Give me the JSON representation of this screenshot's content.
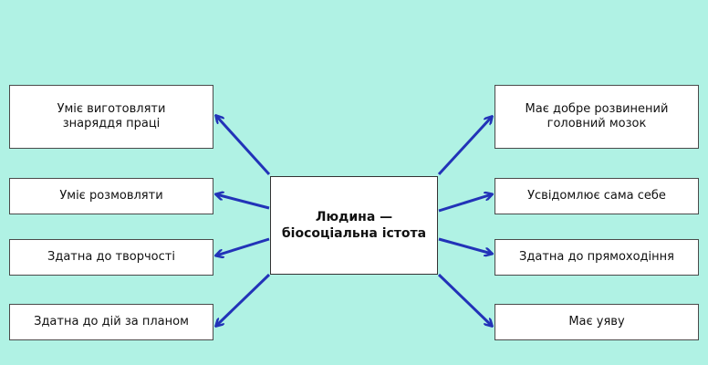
{
  "diagram": {
    "center": "Людина —\nбіосоціальна істота",
    "left_nodes": [
      "Уміє виготовляти\nзнаряддя праці",
      "Уміє розмовляти",
      "Здатна до творчості",
      "Здатна до дій за планом"
    ],
    "right_nodes": [
      "Має добре розвинений\nголовний мозок",
      "Усвідомлює сама себе",
      "Здатна до прямоходіння",
      "Має уяву"
    ],
    "colors": {
      "background": "#b0f2e4",
      "arrow": "#2233b8",
      "box_fill": "#ffffff"
    }
  }
}
